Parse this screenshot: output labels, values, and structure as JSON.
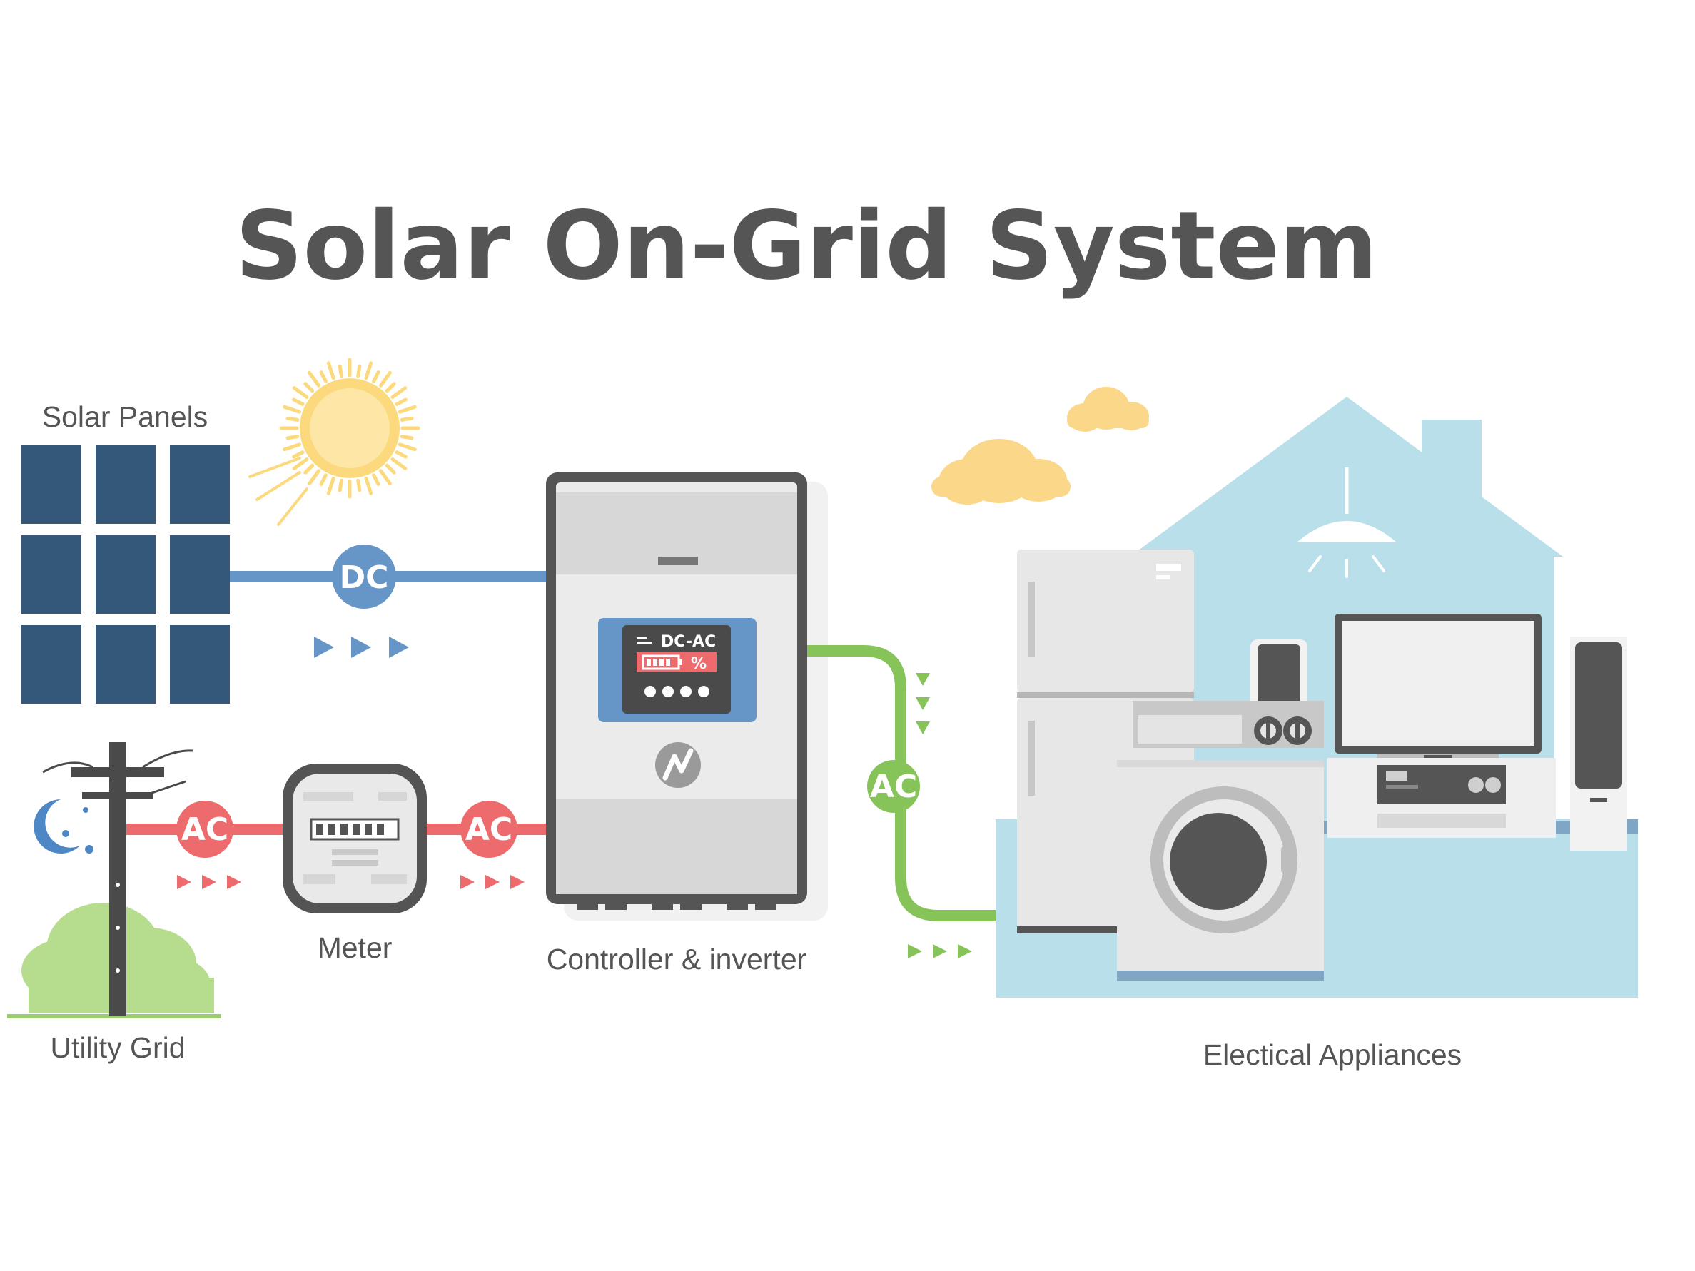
{
  "title": "Solar On-Grid System",
  "labels": {
    "solar_panels": "Solar Panels",
    "utility_grid": "Utility Grid",
    "meter": "Meter",
    "controller": "Controller & inverter",
    "appliances": "Electical Appliances"
  },
  "badges": {
    "dc": "DC",
    "ac_grid": "AC",
    "ac_meter": "AC",
    "ac_output": "AC"
  },
  "inverter_screen": {
    "mode": "DC-AC",
    "percent": "%"
  },
  "colors": {
    "title": "#555555",
    "label": "#555555",
    "dc": "#6596c7",
    "ac_grid": "#ee6b6d",
    "ac_output": "#86c45a",
    "panel": "#34587a",
    "sun": "#fbd97c",
    "cloud": "#fbd78a",
    "house": "#b9e0ea",
    "tree": "#b6dc8d",
    "moon": "#4d87c6"
  },
  "icons": {
    "sun": "sun-icon",
    "moon": "moon-icon",
    "lamp": "lamp-icon",
    "cloud": "cloud-icon"
  }
}
